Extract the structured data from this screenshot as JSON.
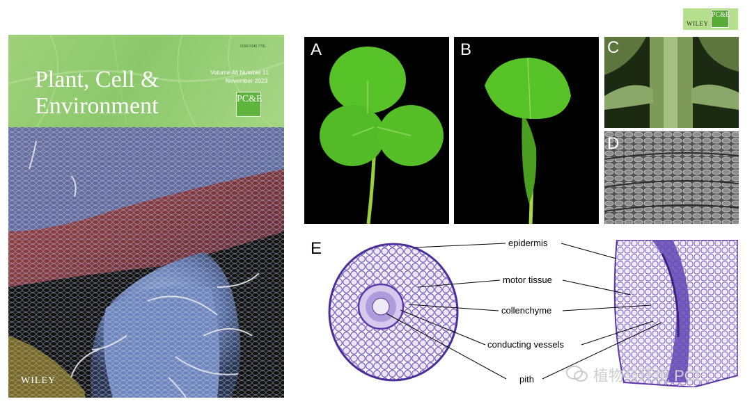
{
  "cover": {
    "issn": "ISSN 0140 7791",
    "title": "Plant, Cell &\nEnvironment",
    "volume": "Volume 46 Number 11",
    "date": "November 2023",
    "logo": "PC&E",
    "publisher": "WILEY"
  },
  "corner_logo": {
    "publisher": "WILEY",
    "mark": "PC&E"
  },
  "panels": {
    "a": "A",
    "b": "B",
    "c": "C",
    "d": "D",
    "e": "E"
  },
  "annotations": {
    "epidermis": "epidermis",
    "motor_tissue": "motor tissue",
    "collenchyme": "collenchyme",
    "conducting_vessels": "conducting vessels",
    "pith": "pith"
  },
  "watermark": {
    "text": "植物与环境 PCE",
    "icon": "wechat-icon"
  },
  "colors": {
    "cover_green": "#8cc86b",
    "leaf_green": "#58c229",
    "stain_purple": "#5b3aa8",
    "sem_blue": "#7d95c4"
  }
}
